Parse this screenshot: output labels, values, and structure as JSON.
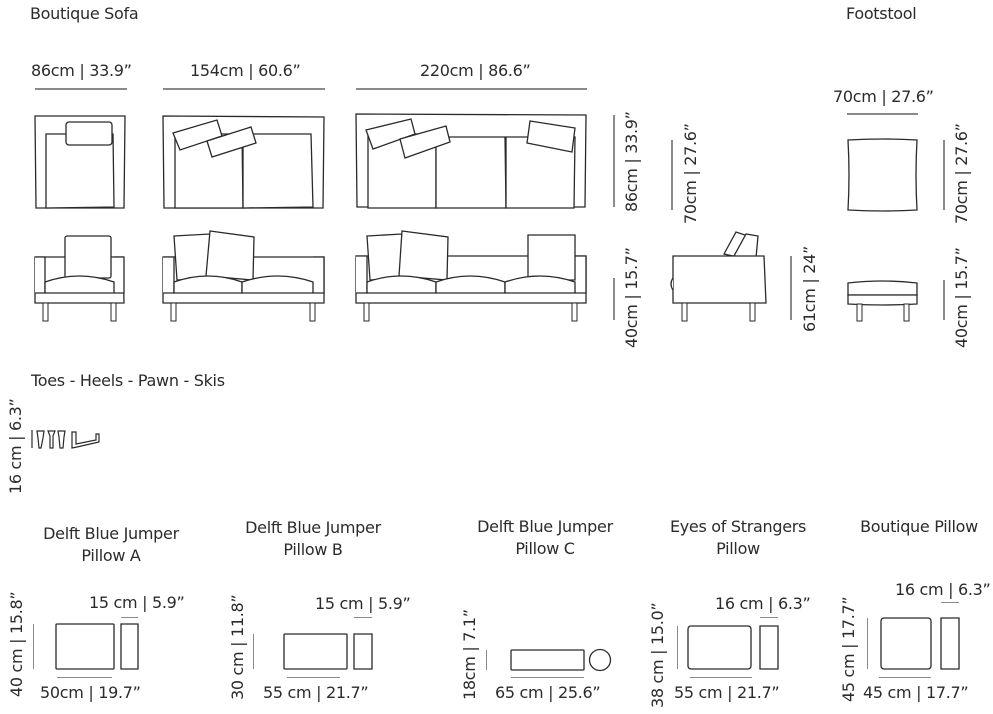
{
  "sections": {
    "sofa": {
      "title": "Boutique Sofa",
      "widths": {
        "armchair": "86cm | 33.9”",
        "two_seater": "154cm | 60.6”",
        "three_seater": "220cm | 86.6”"
      },
      "depth": "86cm | 33.9”",
      "seat_depth": "70cm | 27.6”",
      "seat_height": "40cm | 15.7”",
      "total_height": "61cm | 24”"
    },
    "footstool": {
      "title": "Footstool",
      "width": "70cm | 27.6”",
      "depth": "70cm | 27.6”",
      "height": "40cm | 15.7”"
    },
    "legs": {
      "title": "Toes - Heels - Pawn - Skis",
      "height": "16 cm | 6.3”"
    },
    "pillows": [
      {
        "title_line1": "Delft Blue Jumper",
        "title_line2": "Pillow A",
        "thickness": "15 cm | 5.9”",
        "height": "40 cm | 15.8”",
        "width": "50cm | 19.7”"
      },
      {
        "title_line1": "Delft Blue Jumper",
        "title_line2": "Pillow B",
        "thickness": "15 cm | 5.9”",
        "height": "30 cm | 11.8”",
        "width": "55 cm | 21.7”"
      },
      {
        "title_line1": "Delft Blue Jumper",
        "title_line2": "Pillow C",
        "height": "18cm | 7.1”",
        "width": "65 cm | 25.6”"
      },
      {
        "title_line1": "Eyes of Strangers",
        "title_line2": "Pillow",
        "thickness": "16 cm | 6.3”",
        "height": "38 cm | 15.0”",
        "width": "55 cm | 21.7”"
      },
      {
        "title_line1": "Boutique Pillow",
        "thickness": "16 cm | 6.3”",
        "height": "45 cm | 17.7”",
        "width": "45 cm | 17.7”"
      }
    ]
  }
}
